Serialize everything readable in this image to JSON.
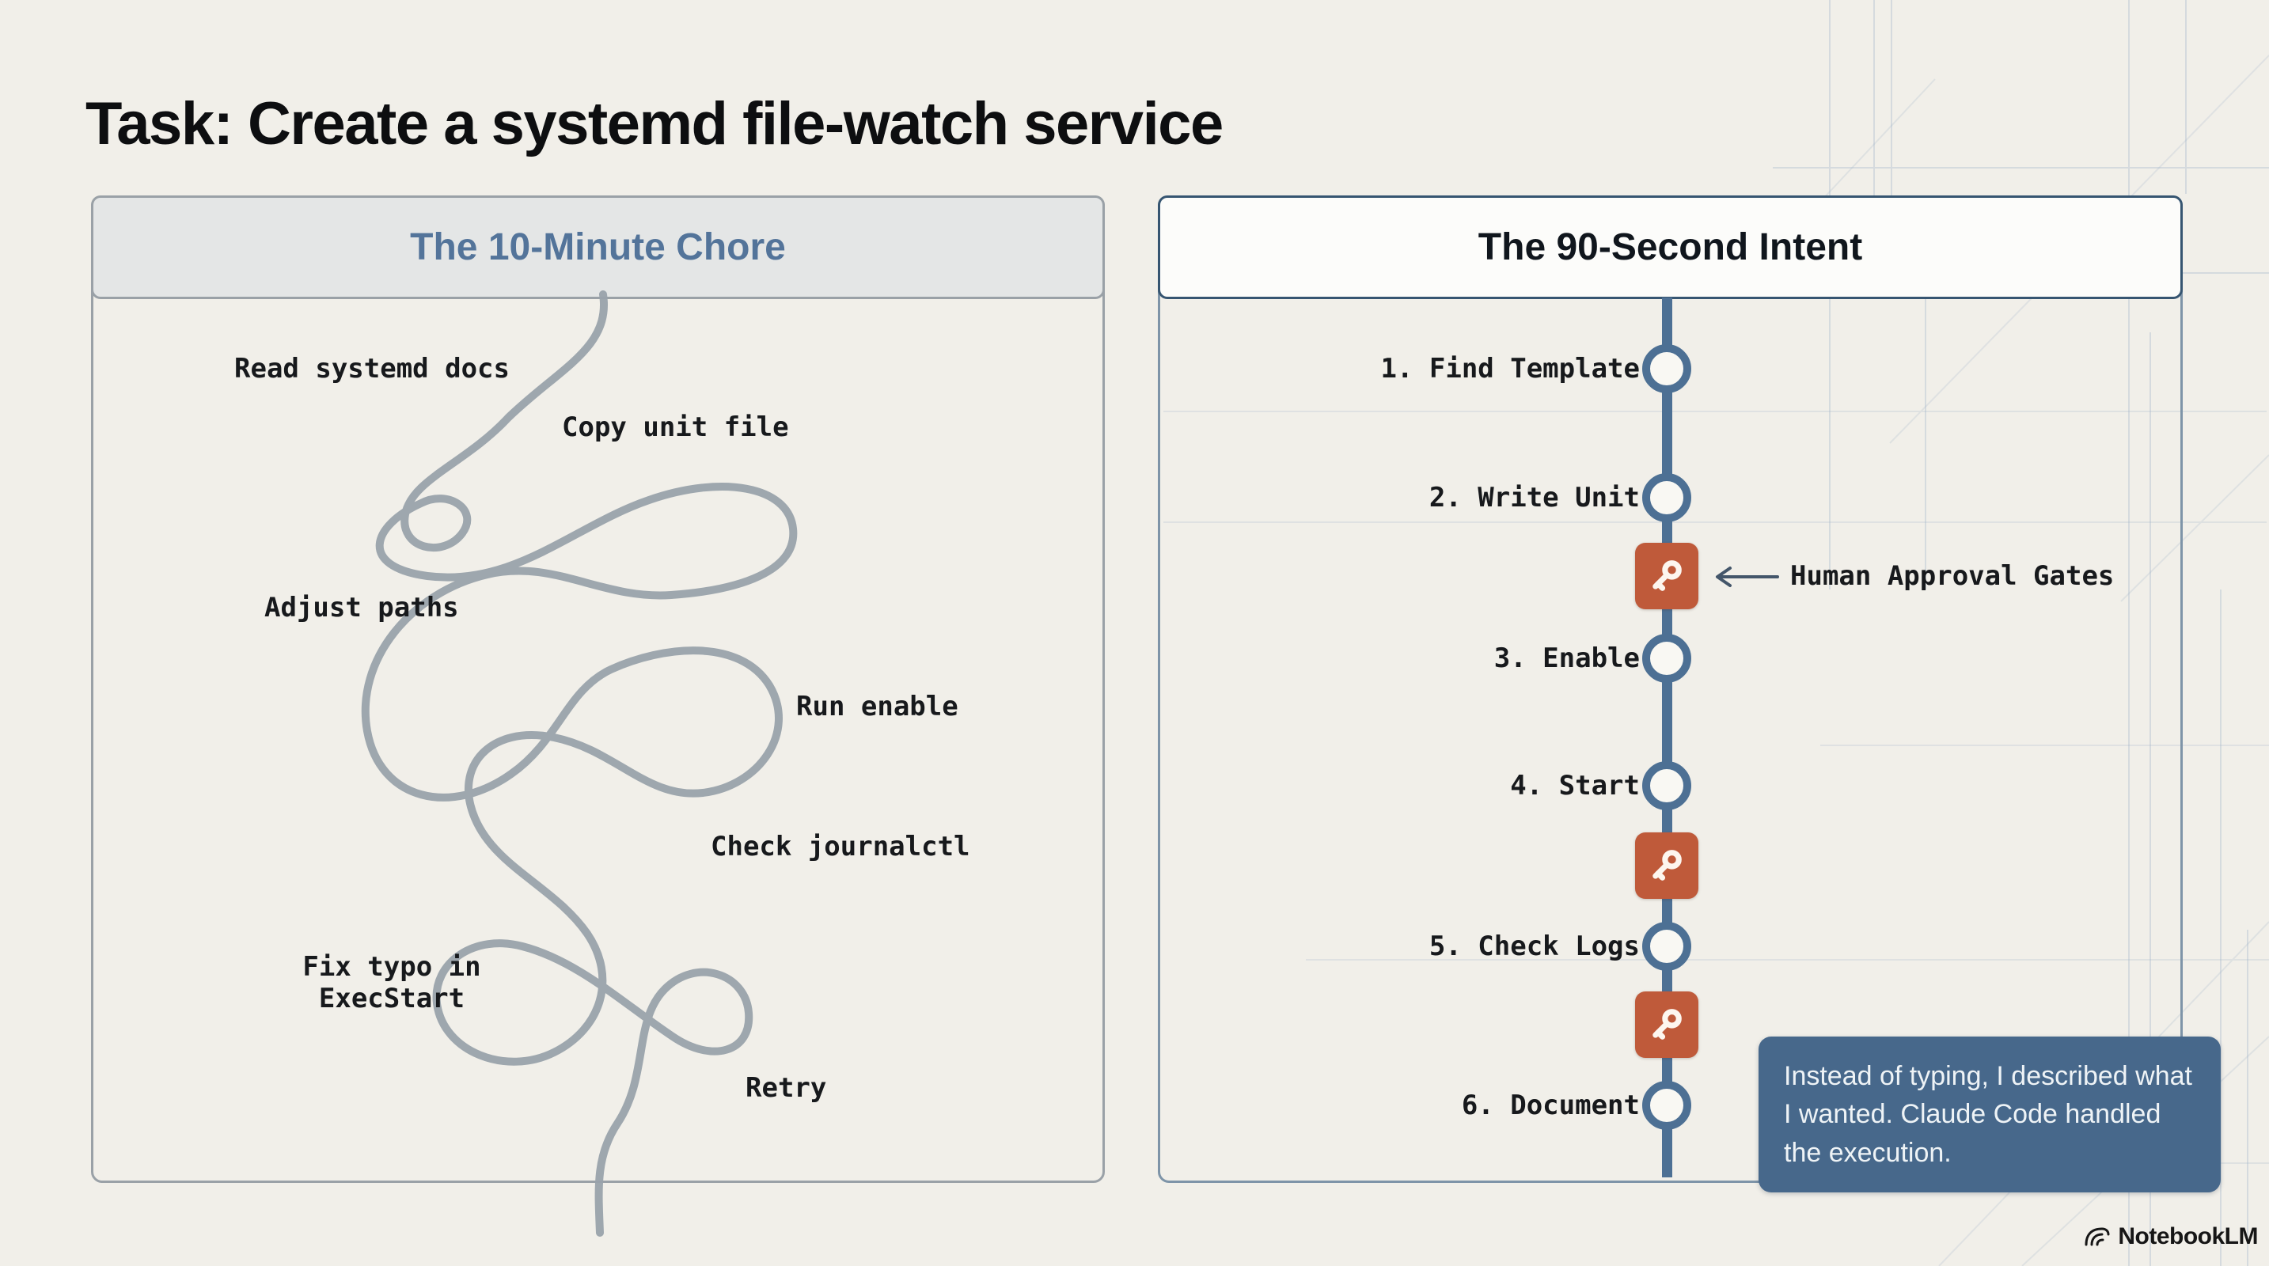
{
  "title": "Task: Create a systemd file-watch service",
  "left_panel": {
    "header": "The 10-Minute Chore",
    "labels": [
      "Read systemd docs",
      "Copy unit file",
      "Adjust paths",
      "Run enable",
      "Check journalctl",
      "Fix typo in\nExecStart",
      "Retry"
    ]
  },
  "right_panel": {
    "header": "The 90-Second Intent",
    "steps": [
      {
        "label": "1. Find Template"
      },
      {
        "label": "2. Write Unit"
      },
      {
        "label": "3. Enable"
      },
      {
        "label": "4. Start"
      },
      {
        "label": "5. Check Logs"
      },
      {
        "label": "6. Document"
      }
    ],
    "gates_after_steps": [
      2,
      4,
      5
    ],
    "gate_icon": "key-icon",
    "gate_annotation": "Human Approval Gates"
  },
  "callout": {
    "text": "Instead of typing, I described what I wanted. Claude Code handled the execution."
  },
  "footer": {
    "brand": "NotebookLM"
  },
  "colors": {
    "background": "#f1efe9",
    "timeline_blue": "#4d7094",
    "gate_orange": "#bf5a3a",
    "callout_bg": "#47688b",
    "left_header_text": "#53749a",
    "right_header_text": "#10161d",
    "tangle_gray": "#99a2ab"
  }
}
